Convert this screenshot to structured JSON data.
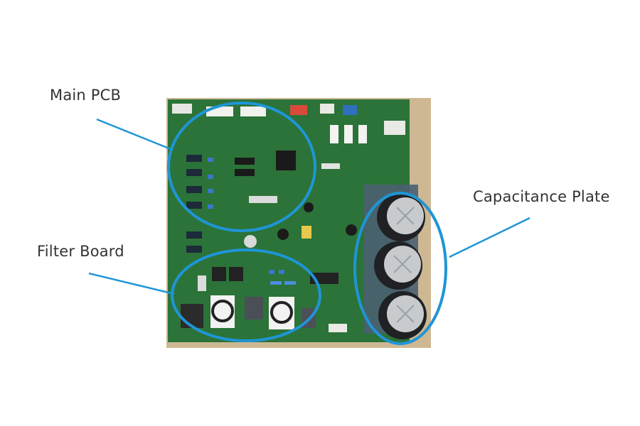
{
  "labels": {
    "main_pcb": "Main PCB",
    "filter_board": "Filter Board",
    "capacitance_plate": "Capacitance Plate"
  },
  "colors": {
    "callout": "#1f95d6",
    "board_green": "#2f7a3c",
    "background_tan": "#cdb893",
    "capacitor": "#202124",
    "capacitor_top": "#c8cbce"
  },
  "image": {
    "subject": "circuit-board-photo",
    "callouts": [
      "main-pcb-region",
      "filter-board-region",
      "capacitance-plate-region"
    ]
  }
}
